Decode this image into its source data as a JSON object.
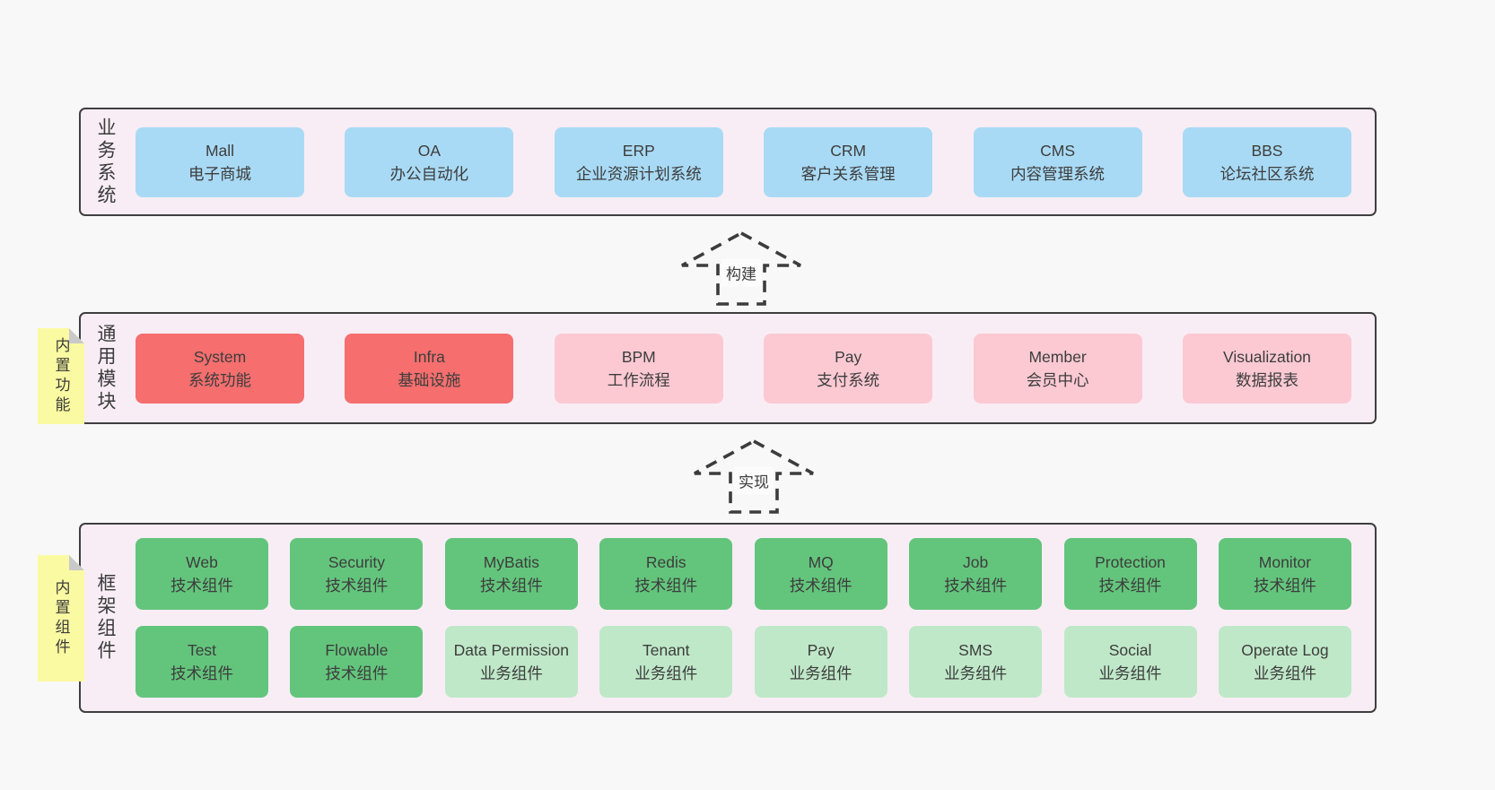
{
  "colors": {
    "page_bg": "#f8f8f8",
    "container_fill": "#f8edf5",
    "container_border": "#3f3f3f",
    "blue": "#a9daf5",
    "red": "#f66e6e",
    "pink": "#fcc9d3",
    "green_dark": "#63c57c",
    "green_light": "#bfe8c8",
    "sticky_yellow": "#fafaa2",
    "sticky_fold": "#c9c9c9",
    "text": "#3d3d3d"
  },
  "layers": [
    {
      "id": "business",
      "label": "业务系统",
      "sticky": null,
      "rows": [
        [
          {
            "title": "Mall",
            "subtitle": "电子商城",
            "color": "blue"
          },
          {
            "title": "OA",
            "subtitle": "办公自动化",
            "color": "blue"
          },
          {
            "title": "ERP",
            "subtitle": "企业资源计划系统",
            "color": "blue"
          },
          {
            "title": "CRM",
            "subtitle": "客户关系管理",
            "color": "blue"
          },
          {
            "title": "CMS",
            "subtitle": "内容管理系统",
            "color": "blue"
          },
          {
            "title": "BBS",
            "subtitle": "论坛社区系统",
            "color": "blue"
          }
        ]
      ]
    },
    {
      "id": "modules",
      "label": "通用模块",
      "sticky": "内置功能",
      "rows": [
        [
          {
            "title": "System",
            "subtitle": "系统功能",
            "color": "red"
          },
          {
            "title": "Infra",
            "subtitle": "基础设施",
            "color": "red"
          },
          {
            "title": "BPM",
            "subtitle": "工作流程",
            "color": "pink"
          },
          {
            "title": "Pay",
            "subtitle": "支付系统",
            "color": "pink"
          },
          {
            "title": "Member",
            "subtitle": "会员中心",
            "color": "pink"
          },
          {
            "title": "Visualization",
            "subtitle": "数据报表",
            "color": "pink"
          }
        ]
      ]
    },
    {
      "id": "components",
      "label": "框架组件",
      "sticky": "内置组件",
      "rows": [
        [
          {
            "title": "Web",
            "subtitle": "技术组件",
            "color": "green_dark"
          },
          {
            "title": "Security",
            "subtitle": "技术组件",
            "color": "green_dark"
          },
          {
            "title": "MyBatis",
            "subtitle": "技术组件",
            "color": "green_dark"
          },
          {
            "title": "Redis",
            "subtitle": "技术组件",
            "color": "green_dark"
          },
          {
            "title": "MQ",
            "subtitle": "技术组件",
            "color": "green_dark"
          },
          {
            "title": "Job",
            "subtitle": "技术组件",
            "color": "green_dark"
          },
          {
            "title": "Protection",
            "subtitle": "技术组件",
            "color": "green_dark"
          },
          {
            "title": "Monitor",
            "subtitle": "技术组件",
            "color": "green_dark"
          }
        ],
        [
          {
            "title": "Test",
            "subtitle": "技术组件",
            "color": "green_dark"
          },
          {
            "title": "Flowable",
            "subtitle": "技术组件",
            "color": "green_dark"
          },
          {
            "title": "Data Permission",
            "subtitle": "业务组件",
            "color": "green_light"
          },
          {
            "title": "Tenant",
            "subtitle": "业务组件",
            "color": "green_light"
          },
          {
            "title": "Pay",
            "subtitle": "业务组件",
            "color": "green_light"
          },
          {
            "title": "SMS",
            "subtitle": "业务组件",
            "color": "green_light"
          },
          {
            "title": "Social",
            "subtitle": "业务组件",
            "color": "green_light"
          },
          {
            "title": "Operate Log",
            "subtitle": "业务组件",
            "color": "green_light"
          }
        ]
      ]
    }
  ],
  "arrows": [
    {
      "label": "构建"
    },
    {
      "label": "实现"
    }
  ]
}
